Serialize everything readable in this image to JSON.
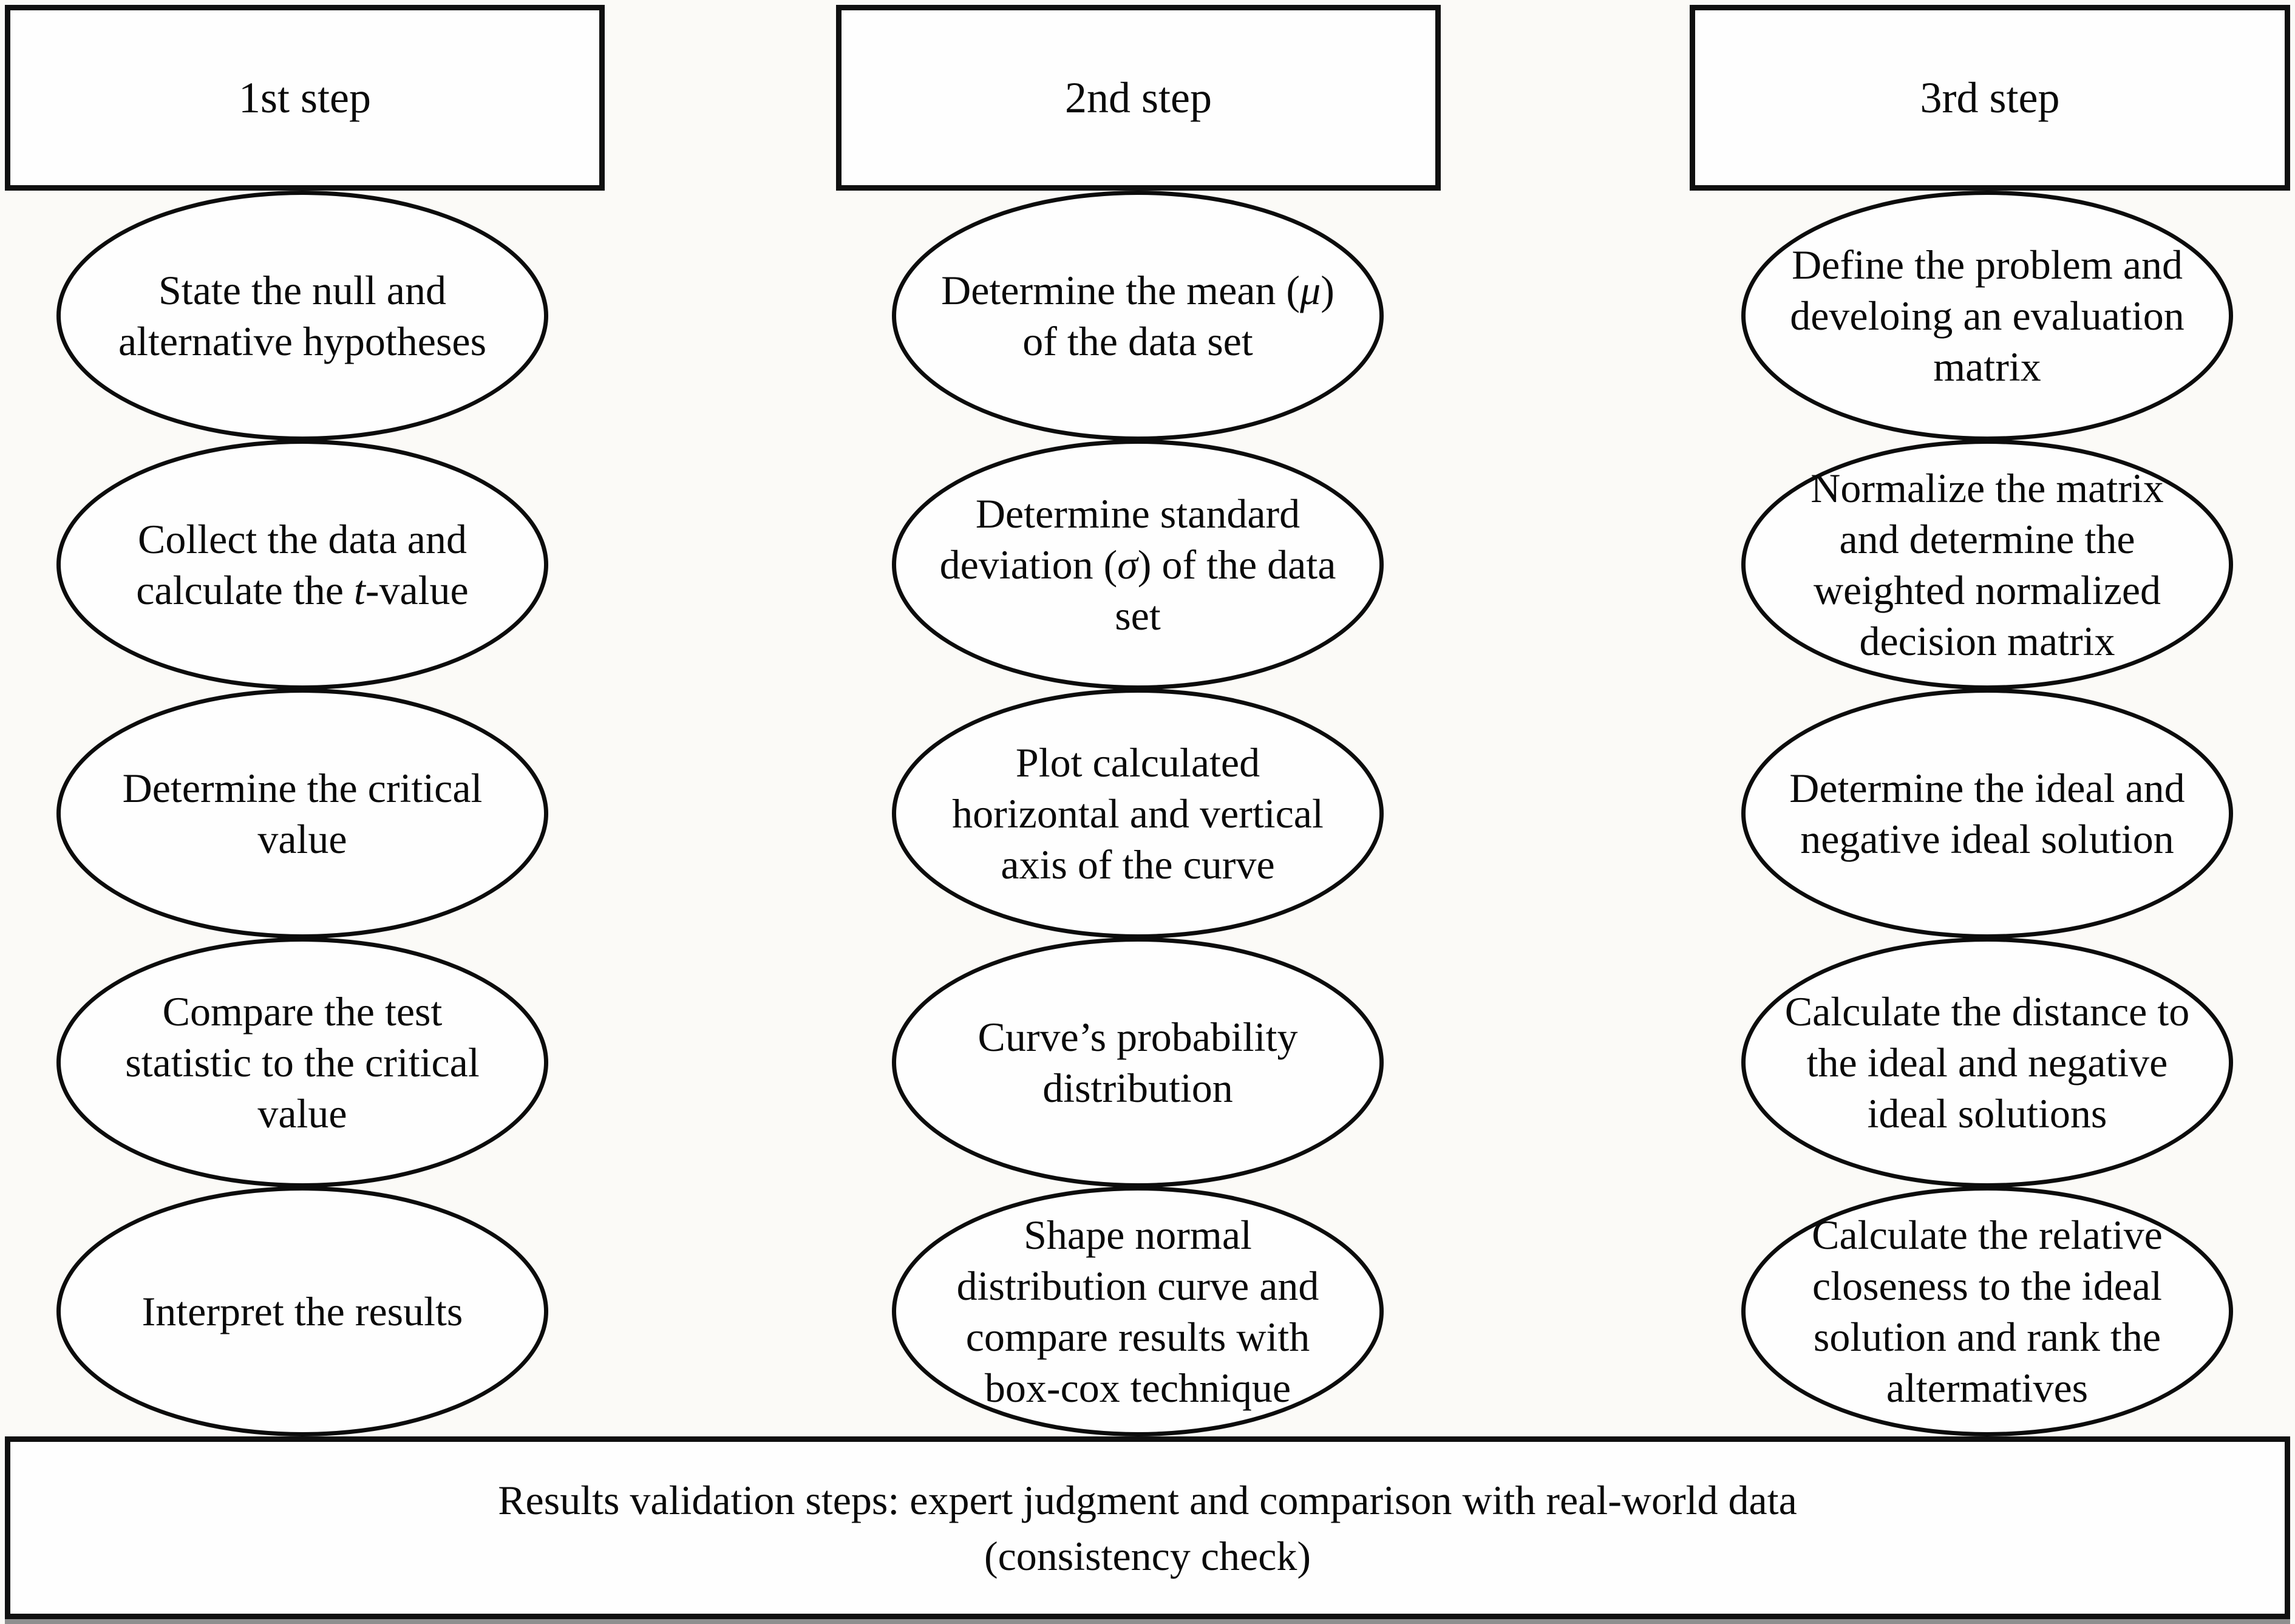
{
  "colors": {
    "background": "#fbfaf7",
    "shape_fill": "#fefefe",
    "line": "#101010",
    "text": "#0a0a0a"
  },
  "columns": [
    {
      "header": "1st step",
      "steps": [
        {
          "lines": [
            [
              {
                "t": "State the null and"
              }
            ],
            [
              {
                "t": "alternative hypotheses"
              }
            ]
          ]
        },
        {
          "lines": [
            [
              {
                "t": "Collect the data and"
              }
            ],
            [
              {
                "t": "calculate the "
              },
              {
                "t": "t",
                "i": true
              },
              {
                "t": "-value"
              }
            ]
          ]
        },
        {
          "lines": [
            [
              {
                "t": "Determine the critical"
              }
            ],
            [
              {
                "t": "value"
              }
            ]
          ]
        },
        {
          "lines": [
            [
              {
                "t": "Compare the test"
              }
            ],
            [
              {
                "t": "statistic to the critical"
              }
            ],
            [
              {
                "t": "value"
              }
            ]
          ]
        },
        {
          "lines": [
            [
              {
                "t": "Interpret the results"
              }
            ]
          ]
        }
      ]
    },
    {
      "header": "2nd step",
      "steps": [
        {
          "lines": [
            [
              {
                "t": "Determine the mean ("
              },
              {
                "t": "μ",
                "i": true
              },
              {
                "t": ")"
              }
            ],
            [
              {
                "t": "of the data set"
              }
            ]
          ]
        },
        {
          "lines": [
            [
              {
                "t": "Determine standard"
              }
            ],
            [
              {
                "t": "deviation ("
              },
              {
                "t": "σ",
                "i": true
              },
              {
                "t": ") of the data"
              }
            ],
            [
              {
                "t": "set"
              }
            ]
          ]
        },
        {
          "lines": [
            [
              {
                "t": "Plot calculated"
              }
            ],
            [
              {
                "t": "horizontal and vertical"
              }
            ],
            [
              {
                "t": "axis of the curve"
              }
            ]
          ]
        },
        {
          "lines": [
            [
              {
                "t": "Curve’s probability"
              }
            ],
            [
              {
                "t": "distribution"
              }
            ]
          ]
        },
        {
          "lines": [
            [
              {
                "t": "Shape normal"
              }
            ],
            [
              {
                "t": "distribution curve and"
              }
            ],
            [
              {
                "t": "compare results with"
              }
            ],
            [
              {
                "t": "box-cox technique"
              }
            ]
          ]
        }
      ]
    },
    {
      "header": "3rd step",
      "steps": [
        {
          "lines": [
            [
              {
                "t": "Define the problem and"
              }
            ],
            [
              {
                "t": "develoing an evaluation"
              }
            ],
            [
              {
                "t": "matrix"
              }
            ]
          ]
        },
        {
          "lines": [
            [
              {
                "t": "Normalize the matrix"
              }
            ],
            [
              {
                "t": "and determine the"
              }
            ],
            [
              {
                "t": "weighted normalized"
              }
            ],
            [
              {
                "t": "decision matrix"
              }
            ]
          ]
        },
        {
          "lines": [
            [
              {
                "t": "Determine the ideal and"
              }
            ],
            [
              {
                "t": "negative ideal solution"
              }
            ]
          ]
        },
        {
          "lines": [
            [
              {
                "t": "Calculate the distance to"
              }
            ],
            [
              {
                "t": "the ideal and negative"
              }
            ],
            [
              {
                "t": "ideal solutions"
              }
            ]
          ]
        },
        {
          "lines": [
            [
              {
                "t": "Calculate the relative"
              }
            ],
            [
              {
                "t": "closeness to the ideal"
              }
            ],
            [
              {
                "t": "solution and rank the"
              }
            ],
            [
              {
                "t": "altermatives"
              }
            ]
          ]
        }
      ]
    }
  ],
  "footer": {
    "line1": "Results validation steps: expert judgment and comparison with real-world data",
    "line2": "(consistency check)"
  }
}
